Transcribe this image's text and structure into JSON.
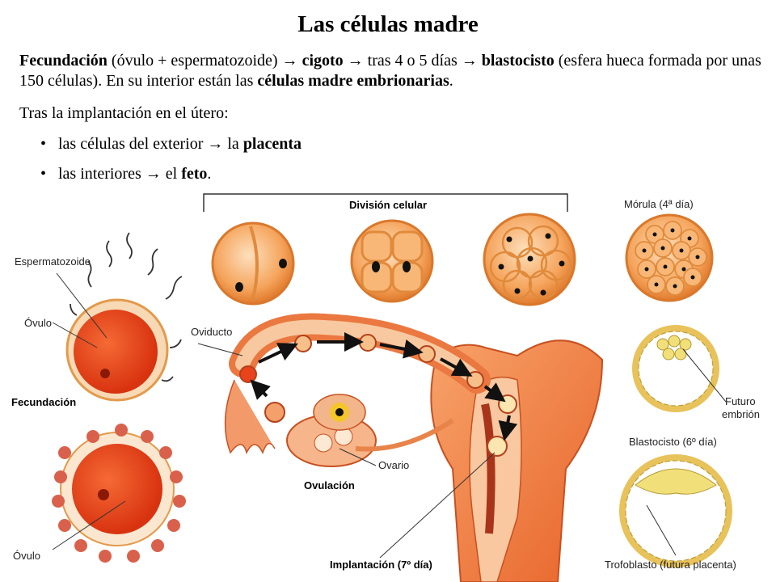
{
  "title": "Las células madre",
  "paragraph1": {
    "t1": "Fecundación",
    "t2": " (óvulo + espermatozoide) → ",
    "t3": "cigoto",
    "t4": " → tras 4 o 5 días → ",
    "t5": "blastocisto",
    "t6": " (esfera hueca formada por unas 150 células). En su interior están las ",
    "t7": "células madre embrionarias",
    "t8": "."
  },
  "paragraph2": "Tras la implantación en el útero:",
  "bullets": [
    {
      "pre": "las células del exterior → la ",
      "bold": "placenta",
      "post": ""
    },
    {
      "pre": "las interiores → el ",
      "bold": "feto",
      "post": "."
    }
  ],
  "bullet_symbol": "•",
  "labels": {
    "division": "División celular",
    "morula": "Mórula (4ª día)",
    "espermatozoide": "Espermatozoide",
    "ovulo_top": "Óvulo",
    "fecundacion": "Fecundación",
    "ovulo_bottom": "Óvulo",
    "oviducto": "Oviducto",
    "ovario": "Ovario",
    "ovulacion": "Ovulación",
    "implantacion": "Implantación (7º día)",
    "futuro": "Futuro",
    "embrion": "embrión",
    "blastocisto": "Blastocisto (6º día)",
    "trofoblasto": "Trofoblasto (futura placenta)"
  },
  "colors": {
    "cell_orange": "#f39a4a",
    "cell_light": "#fbd3a6",
    "egg_red": "#e8431a",
    "uterus": "#ef7a3e",
    "blastocyst_yellow": "#f1e07a",
    "granulosa": "#d9614c",
    "arrow": "#111111"
  }
}
